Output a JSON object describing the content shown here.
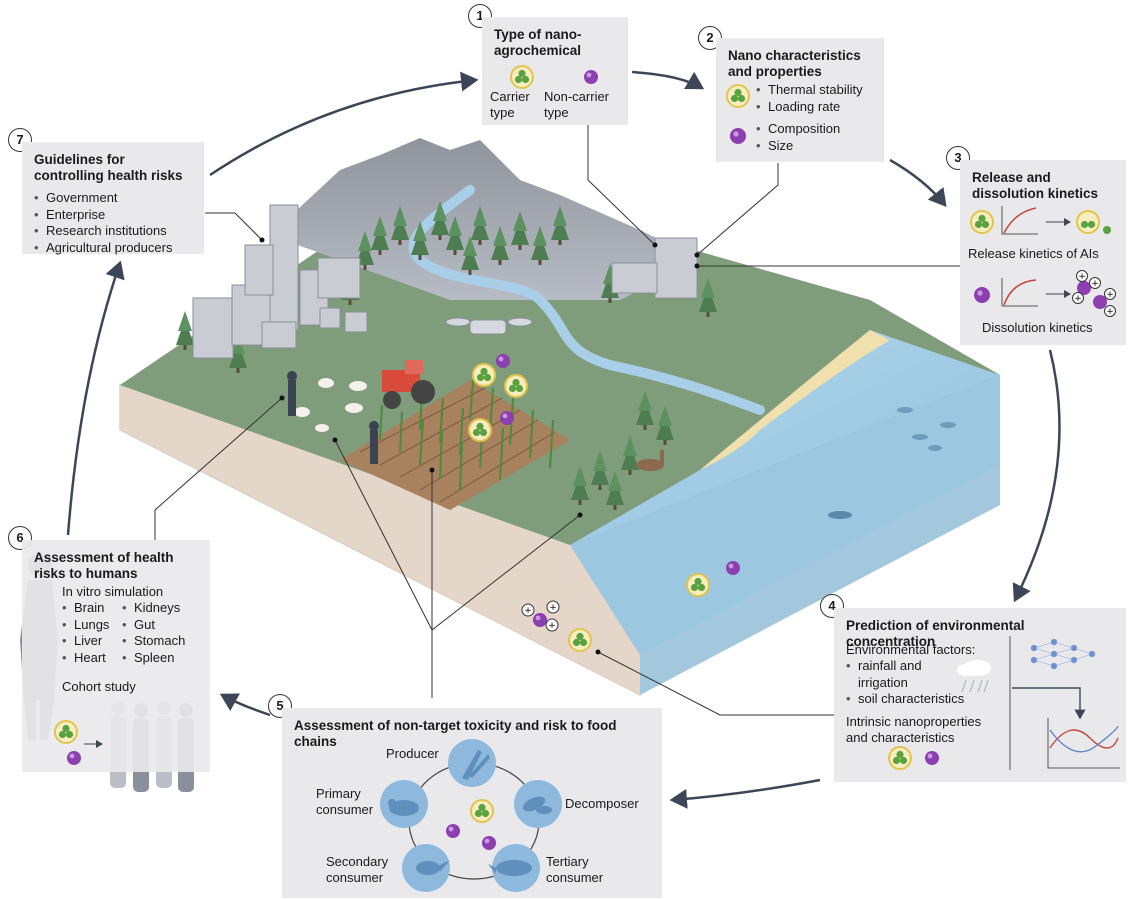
{
  "box1": {
    "num": "1",
    "title": "Type of nano-agrochemical",
    "carrier": "Carrier type",
    "noncarrier": "Non-carrier type"
  },
  "box2": {
    "num": "2",
    "title": "Nano characteristics and properties",
    "carrier_props": [
      "Thermal stability",
      "Loading rate"
    ],
    "noncarrier_props": [
      "Composition",
      "Size"
    ]
  },
  "box3": {
    "num": "3",
    "title": "Release and dissolution kinetics",
    "release_label": "Release kinetics of AIs",
    "dissolution_label": "Dissolution kinetics"
  },
  "box4": {
    "num": "4",
    "title": "Prediction of environmental concentration",
    "env_label": "Environmental factors:",
    "env_items": [
      "rainfall and irrigation",
      "soil characteristics"
    ],
    "intrinsic": "Intrinsic nanoproperties and characteristics"
  },
  "box5": {
    "num": "5",
    "title": "Assessment of non-target toxicity and risk to food chains",
    "producer": "Producer",
    "primary": "Primary consumer",
    "decomposer": "Decomposer",
    "secondary": "Secondary consumer",
    "tertiary": "Tertiary consumer"
  },
  "box6": {
    "num": "6",
    "title": "Assessment of health risks to humans",
    "invitro": "In vitro simulation",
    "organs_left": [
      "Brain",
      "Lungs",
      "Liver",
      "Heart"
    ],
    "organs_right": [
      "Kidneys",
      "Gut",
      "Stomach",
      "Spleen"
    ],
    "cohort": "Cohort study"
  },
  "box7": {
    "num": "7",
    "title": "Guidelines for controlling health risks",
    "items": [
      "Government",
      "Enterprise",
      "Research institutions",
      "Agricultural producers"
    ]
  },
  "colors": {
    "box_bg": "#e9e9ec",
    "carrier_green": "#5aa13f",
    "carrier_ring": "#e7c84a",
    "particle_purple": "#8c3fb0",
    "water": "#a8cfe6",
    "ground": "#7e9a78",
    "soil": "#e3d3c5",
    "mountain": "#9ea3ad"
  }
}
